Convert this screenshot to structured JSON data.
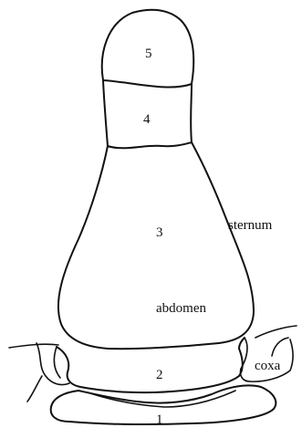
{
  "diagram": {
    "labels": {
      "segment_1": "1",
      "segment_2": "2",
      "segment_3": "3",
      "segment_4": "4",
      "segment_5": "5",
      "sternum": "sternum",
      "abdomen": "abdomen",
      "coxa": "coxa"
    },
    "colors": {
      "ink": "#111111",
      "background": "#ffffff"
    }
  }
}
